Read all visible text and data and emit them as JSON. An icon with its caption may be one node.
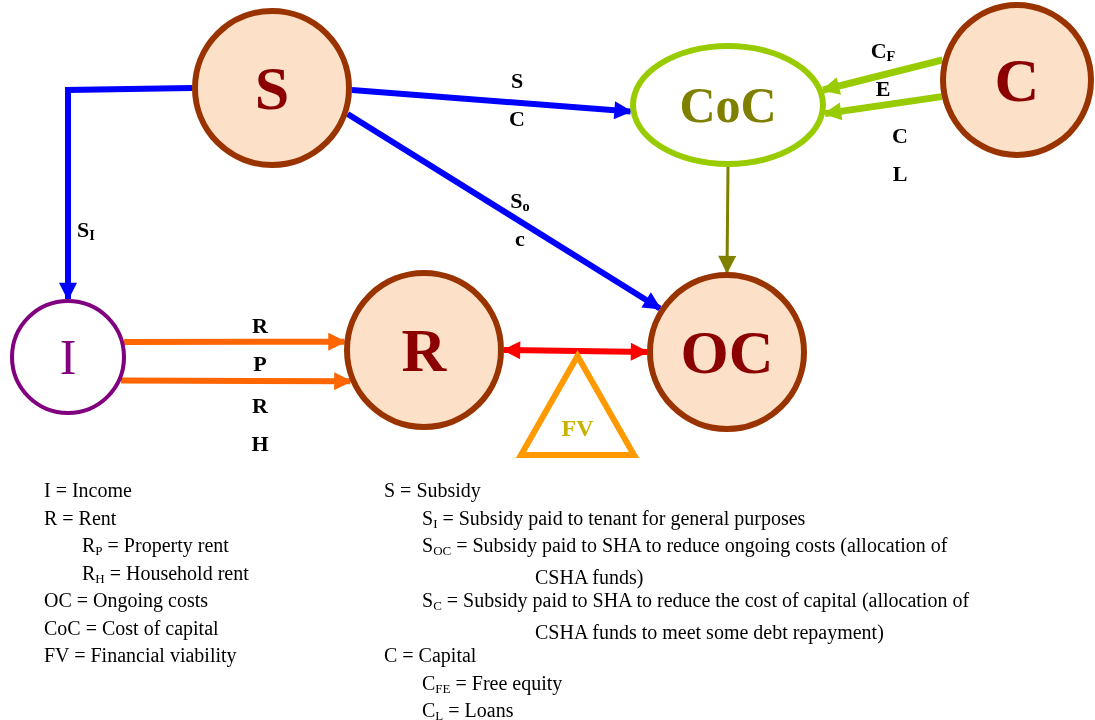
{
  "diagram": {
    "nodes": [
      {
        "text": [
          "S"
        ]
      },
      {
        "text": [
          "CoC"
        ]
      },
      {
        "text": [
          "C"
        ]
      },
      {
        "text": [
          "I"
        ]
      },
      {
        "text": [
          "R"
        ]
      },
      {
        "text": [
          "OC"
        ]
      },
      {
        "text": [
          "FV"
        ]
      }
    ],
    "edges": [
      {
        "from": 0,
        "to": 1,
        "arrow": "to",
        "label": "S C"
      },
      {
        "from": 0,
        "to": 5,
        "arrow": "to",
        "label": "S$_{o}$ c"
      },
      {
        "from": 0,
        "to": 3,
        "arrow": "to",
        "label": "S$_{I}$"
      },
      {
        "from": 2,
        "to": 1,
        "arrow": "to",
        "label": "C$_{F}$ E",
        "color": "#99cc00"
      },
      {
        "from": 2,
        "to": 1,
        "arrow": "to",
        "label": "C L",
        "color": "#99cc00"
      },
      {
        "from": 1,
        "to": 5,
        "arrow": "to",
        "color": "#808000"
      },
      {
        "from": 3,
        "to": 4,
        "arrow": "to",
        "label": "R P",
        "color": "#ff6600"
      },
      {
        "from": 3,
        "to": 4,
        "arrow": "to",
        "label": "R H",
        "color": "#ff6600"
      },
      {
        "from": 4,
        "to": 5,
        "arrow": "both",
        "color": "#ff0000"
      }
    ],
    "labels": [
      "I = Income",
      "R = Rent",
      "R$_{P}$ = Property rent",
      "R$_{H}$ = Household rent",
      "OC = Ongoing costs",
      "CoC = Cost of capital",
      "FV = Financial viability",
      "S = Subsidy",
      "S$_{I}$ = Subsidy paid to tenant for general purposes",
      "S$_{OC}$ = Subsidy paid to SHA to reduce ongoing costs (allocation of CSHA funds)",
      "S$_{C}$ = Subsidy paid to SHA to reduce the cost of capital (allocation of CSHA funds to meet some debt repayment)",
      "C = Capital",
      "C$_{FE}$ = Free equity",
      "C$_{L}$ = Loans"
    ]
  }
}
